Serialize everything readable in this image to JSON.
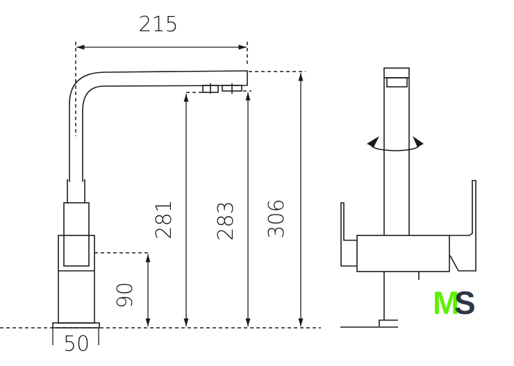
{
  "dimensions": {
    "spout_reach": "215",
    "base_diameter": "50",
    "body_height": "90",
    "aerator_height_1": "281",
    "aerator_height_2": "283",
    "total_height": "306"
  },
  "units": "mm",
  "logo": {
    "text": "MS",
    "letter_m": "M",
    "letter_s": "S",
    "color_m": "#5ef000",
    "color_s": "#2b3645"
  },
  "icons": [
    "rotation-arrow-icon"
  ]
}
